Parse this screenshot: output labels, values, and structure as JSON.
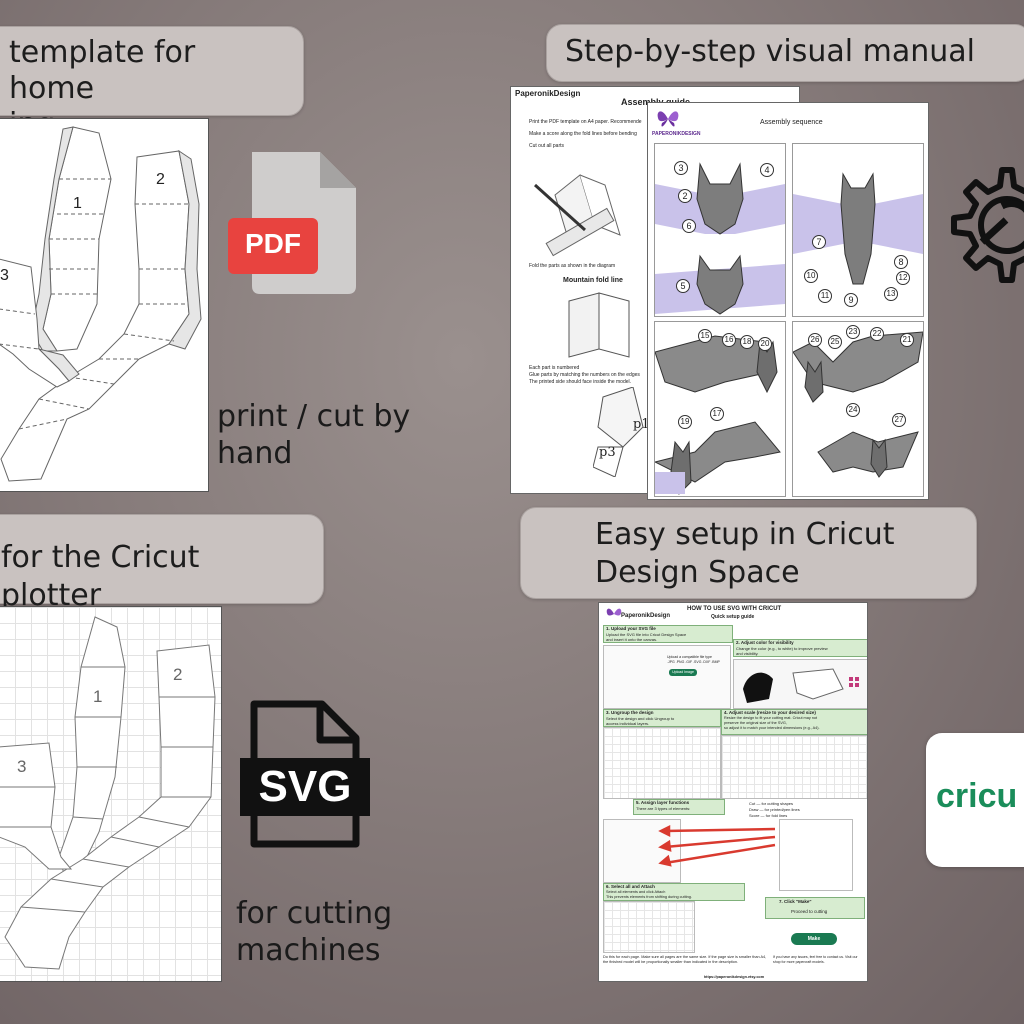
{
  "panels": {
    "pdf_title": "template for home\ning",
    "pdf_caption": "print / cut by\nhand",
    "manual_title": "Step-by-step visual manual",
    "svg_title": "for the Cricut plotter",
    "svg_caption": "for cutting\nmachines",
    "cricut_title": "Easy setup in Cricut\nDesign Space"
  },
  "icons": {
    "pdf_label": "PDF",
    "svg_label": "SVG",
    "cricut_logo_text": "cricu"
  },
  "template_parts": {
    "pdf_numbers": [
      "1",
      "2",
      "3"
    ],
    "svg_numbers": [
      "1",
      "2",
      "3"
    ]
  },
  "manual": {
    "back_brand": "PaperonikDesign",
    "back_title": "Assembly guide",
    "back_steps": [
      "Print the PDF template on A4 paper. Recommende",
      "Make a score along the fold lines before bending",
      "Cut out all parts"
    ],
    "fold_text": "Fold the parts as shown in the diagram",
    "mountain_label": "Mountain fold line",
    "numbered_text": [
      "Each part is numbered",
      "Glue parts by matching the numbers on the edges",
      "The printed side should face inside the model."
    ],
    "part_labels": [
      "p1",
      "p3"
    ],
    "front_brand": "PAPERONIKDESIGN",
    "front_title": "Assembly sequence",
    "callouts_q1": [
      "3",
      "4",
      "2",
      "6",
      "5"
    ],
    "callouts_q2": [
      "7",
      "8",
      "10",
      "12",
      "11",
      "9",
      "13"
    ],
    "callouts_q3": [
      "15",
      "16",
      "18",
      "20",
      "19",
      "17"
    ],
    "callouts_q4": [
      "26",
      "25",
      "23",
      "22",
      "21",
      "24",
      "27"
    ]
  },
  "cricut_guide": {
    "brand": "PaperonikDesign",
    "title": "HOW TO USE SVG WITH CRICUT",
    "subtitle": "Quick setup guide",
    "step1_title": "1. Upload your SVG file",
    "step1_text": "Upload the SVG file into Cricut Design Space\nand insert it onto the canvas.",
    "step2_title": "2. Adjust color for visibility",
    "step2_text": "Change the color (e.g., to white) to improve preview\nand visibility.",
    "step3_title": "3. Ungroup the design",
    "step3_text": "Select the design and click Ungroup to\naccess individual layers.",
    "step4_title": "4. Adjust scale (resize to your desired size)",
    "step4_text": "Resize the design to fit your cutting mat. Cricut may not\npreserve the original size of the SVG,\nso adjust it to match your intended dimensions (e.g., A4).",
    "step5_title": "5. Assign layer functions",
    "step5_text": "There are 3 types of elements:",
    "cut_line": "Cut — for cutting shapes",
    "draw_line": "Draw — for printed/pen lines",
    "score_line": "Score — for fold lines",
    "step6_title": "6. Select all and Attach",
    "step6_text": "Select all elements and click Attach\nThis prevents elements from shifting during cutting.",
    "step7_title": "7. Click \"Make\"",
    "step7_text": "Proceed to cutting",
    "make_button": "Make",
    "upload_button": "Upload Image",
    "upload_hint": "Upload a compatible file type\n.JPG .PNG .GIF .SVG .DXF .BMP",
    "footer_left": "Do this for each page. Make sure all pages are the same size. If the page size is smaller than A4, the finished model will be proportionally smaller than indicated in the description.",
    "footer_right": "If you have any issues, feel free to contact us. Visit our shop for more papercraft models.",
    "footer_link": "https://paperonikdesign.etsy.com"
  }
}
